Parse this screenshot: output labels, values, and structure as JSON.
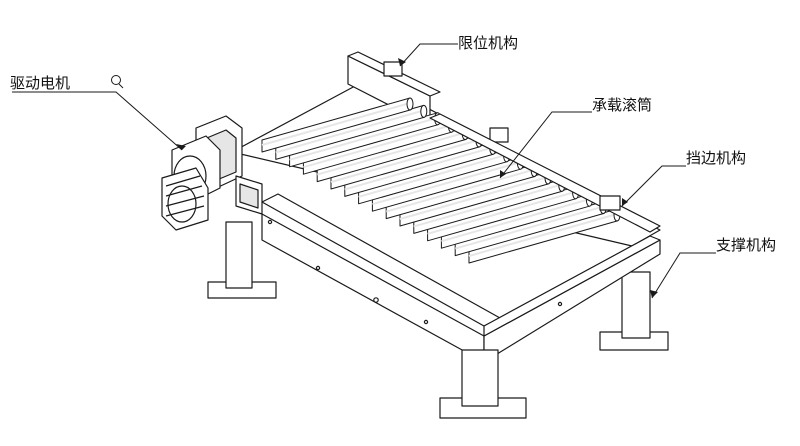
{
  "labels": {
    "drive_motor": "驱动电机",
    "limit_mechanism": "限位机构",
    "carrier_roller": "承载滚筒",
    "side_guard": "挡边机构",
    "support_mechanism": "支撑机构"
  },
  "colors": {
    "line": "#1a1a1a",
    "fill": "#ffffff",
    "shade": "#e6e6e6"
  },
  "roller_count": 16
}
